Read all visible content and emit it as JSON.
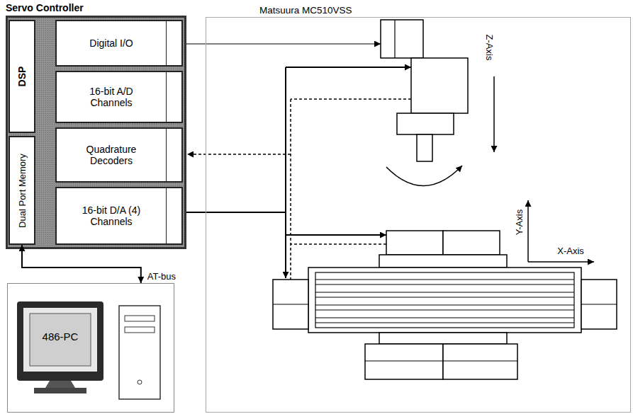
{
  "diagram": {
    "nodes": [
      {
        "text": [
          "Servo Controller"
        ]
      },
      {
        "text": [
          "DSP"
        ],
        "in": 0
      },
      {
        "text": [
          "Dual Port Memory"
        ],
        "in": 0
      },
      {
        "text": [
          "Digital I/O"
        ],
        "in": 0
      },
      {
        "text": [
          "16-bit A/D Channels"
        ],
        "in": 0
      },
      {
        "text": [
          "Quadrature Decoders"
        ],
        "in": 0
      },
      {
        "text": [
          "16-bit D/A (4) Channels"
        ],
        "in": 0
      },
      {
        "text": [
          "486-PC"
        ]
      },
      {
        "text": [
          "Matsuura MC510VSS"
        ]
      }
    ],
    "edges": [
      {
        "from": 2,
        "to": 7,
        "arrow": "both",
        "label": "AT-bus"
      }
    ],
    "labels": [
      "Z-Axis",
      "Y-Axis",
      "X-Axis"
    ]
  }
}
